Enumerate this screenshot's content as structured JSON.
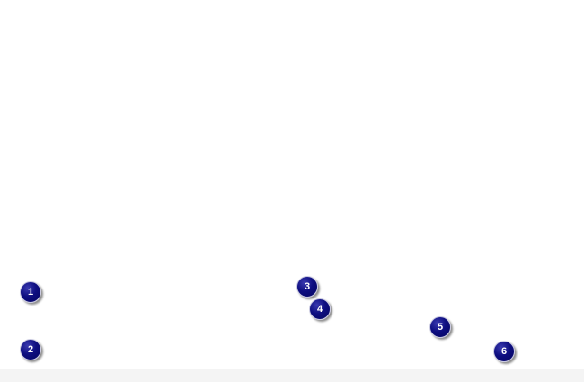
{
  "markers": [
    {
      "label": "1"
    },
    {
      "label": "2"
    },
    {
      "label": "3"
    },
    {
      "label": "4"
    },
    {
      "label": "5"
    },
    {
      "label": "6"
    }
  ],
  "colors": {
    "marker_fill": "#0e0e80",
    "marker_text": "#ffffff",
    "background": "#ffffff"
  }
}
